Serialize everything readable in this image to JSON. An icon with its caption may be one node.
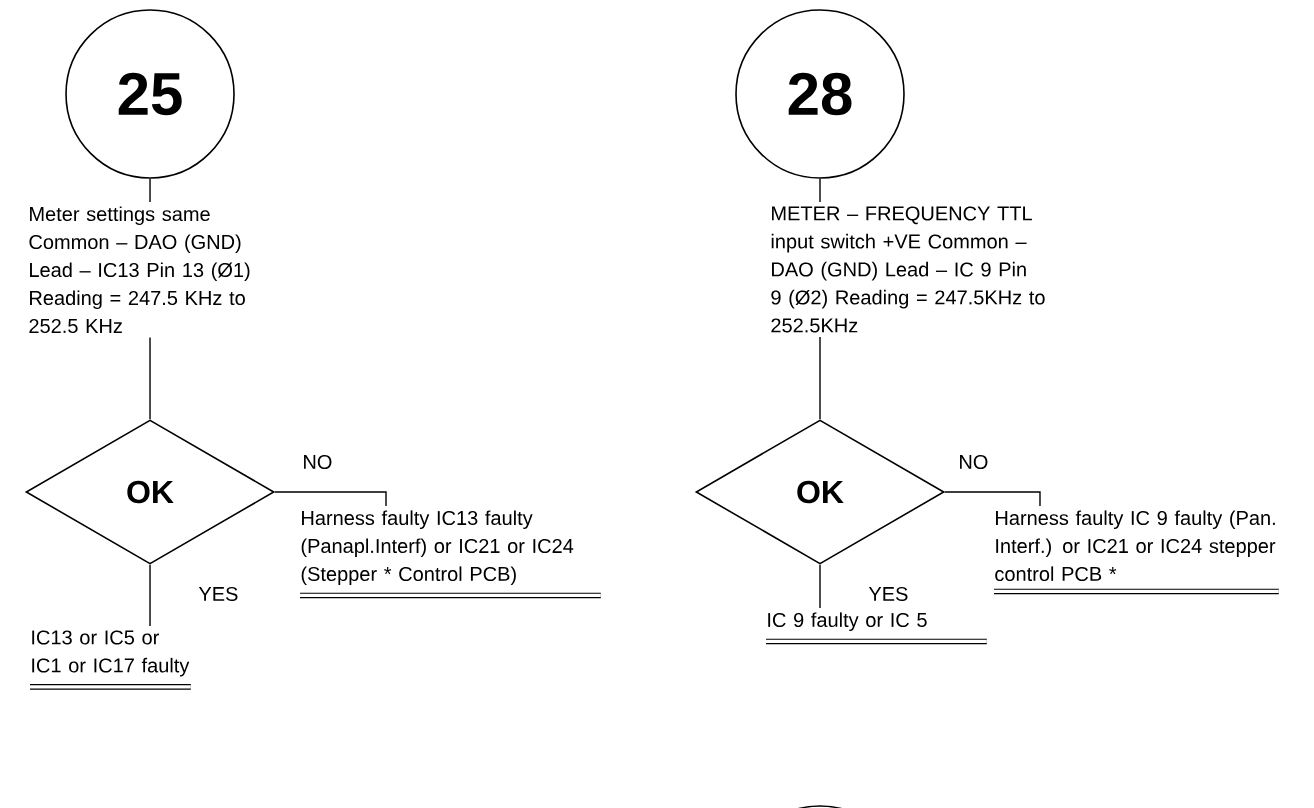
{
  "diagram": {
    "nodes": [
      {
        "text": [
          "25"
        ]
      },
      {
        "text": [
          "Meter settings same Common – DAO (GND) Lead – IC13 Pin 13 (Ø1) Reading = 247.5 KHz to 252.5 KHz"
        ]
      },
      {
        "text": [
          "OK"
        ]
      },
      {
        "text": [
          "Harness faulty IC13 faulty (Panapl.Interf) or IC21 or IC24 (Stepper * Control PCB)"
        ]
      },
      {
        "text": [
          "IC13 or IC5 or IC1 or IC17 faulty"
        ]
      },
      {
        "text": [
          "28"
        ]
      },
      {
        "text": [
          "METER – FREQUENCY TTL input switch +VE Common – DAO (GND) Lead – IC 9 Pin 9 (Ø2) Reading = 247.5KHz to 252.5KHz"
        ]
      },
      {
        "text": [
          "OK"
        ]
      },
      {
        "text": [
          "Harness faulty IC 9 faulty (Pan. Interf.) or IC21 or IC24 stepper control PCB *"
        ]
      },
      {
        "text": [
          "IC 9 faulty or IC 5"
        ]
      },
      {
        "text": [],
        "shape": "circle"
      }
    ],
    "edges": [
      {
        "from": 0,
        "to": 1,
        "arrow": "none"
      },
      {
        "from": 1,
        "to": 2,
        "arrow": "none"
      },
      {
        "from": 2,
        "to": 3,
        "arrow": "none",
        "label": "NO"
      },
      {
        "from": 2,
        "to": 4,
        "arrow": "none",
        "label": "YES"
      },
      {
        "from": 5,
        "to": 6,
        "arrow": "none"
      },
      {
        "from": 6,
        "to": 7,
        "arrow": "none"
      },
      {
        "from": 7,
        "to": 8,
        "arrow": "none",
        "label": "NO"
      },
      {
        "from": 7,
        "to": 9,
        "arrow": "none",
        "label": "YES"
      }
    ]
  }
}
